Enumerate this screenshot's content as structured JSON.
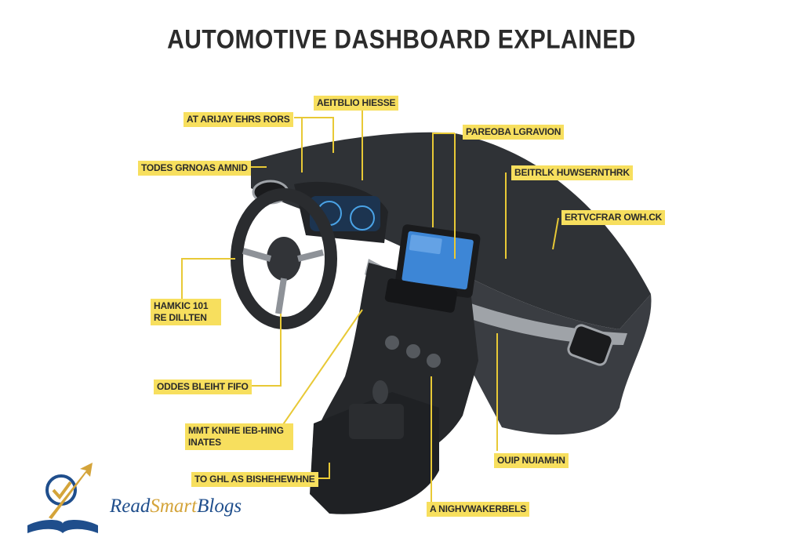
{
  "title": "AUTOMOTIVE DASHBOARD EXPLAINED",
  "callouts": [
    "AT ARIJAY EHRS RORS",
    "AEITBLIO HIESSE",
    "PAREOBA LGRAVION",
    "TODES GRNOAS AMNID",
    "BEITRLK HUWSERNTHRK",
    "ERTVCFRAR OWH.CK",
    "HAMKIC 101 RE DILLTEN",
    "ODDES BLEIHT FIFO",
    "MMT KNIHE IEB-HING INATES",
    "TO GHL AS BISHEHEWHNE",
    "OUIP NUIAMHN",
    "A NIGHVWAKERBELS"
  ],
  "brand": {
    "name_part1": "Read",
    "name_part2": "Smart",
    "name_part3": "Blogs"
  },
  "colors": {
    "callout_bg": "#f7df5e",
    "leader_line": "#e8c936",
    "dashboard": "#2f3236",
    "trim": "#9fa3a8",
    "screen": "#3d86d6",
    "brand_blue": "#1f4e8c",
    "brand_gold": "#d4a43a"
  }
}
